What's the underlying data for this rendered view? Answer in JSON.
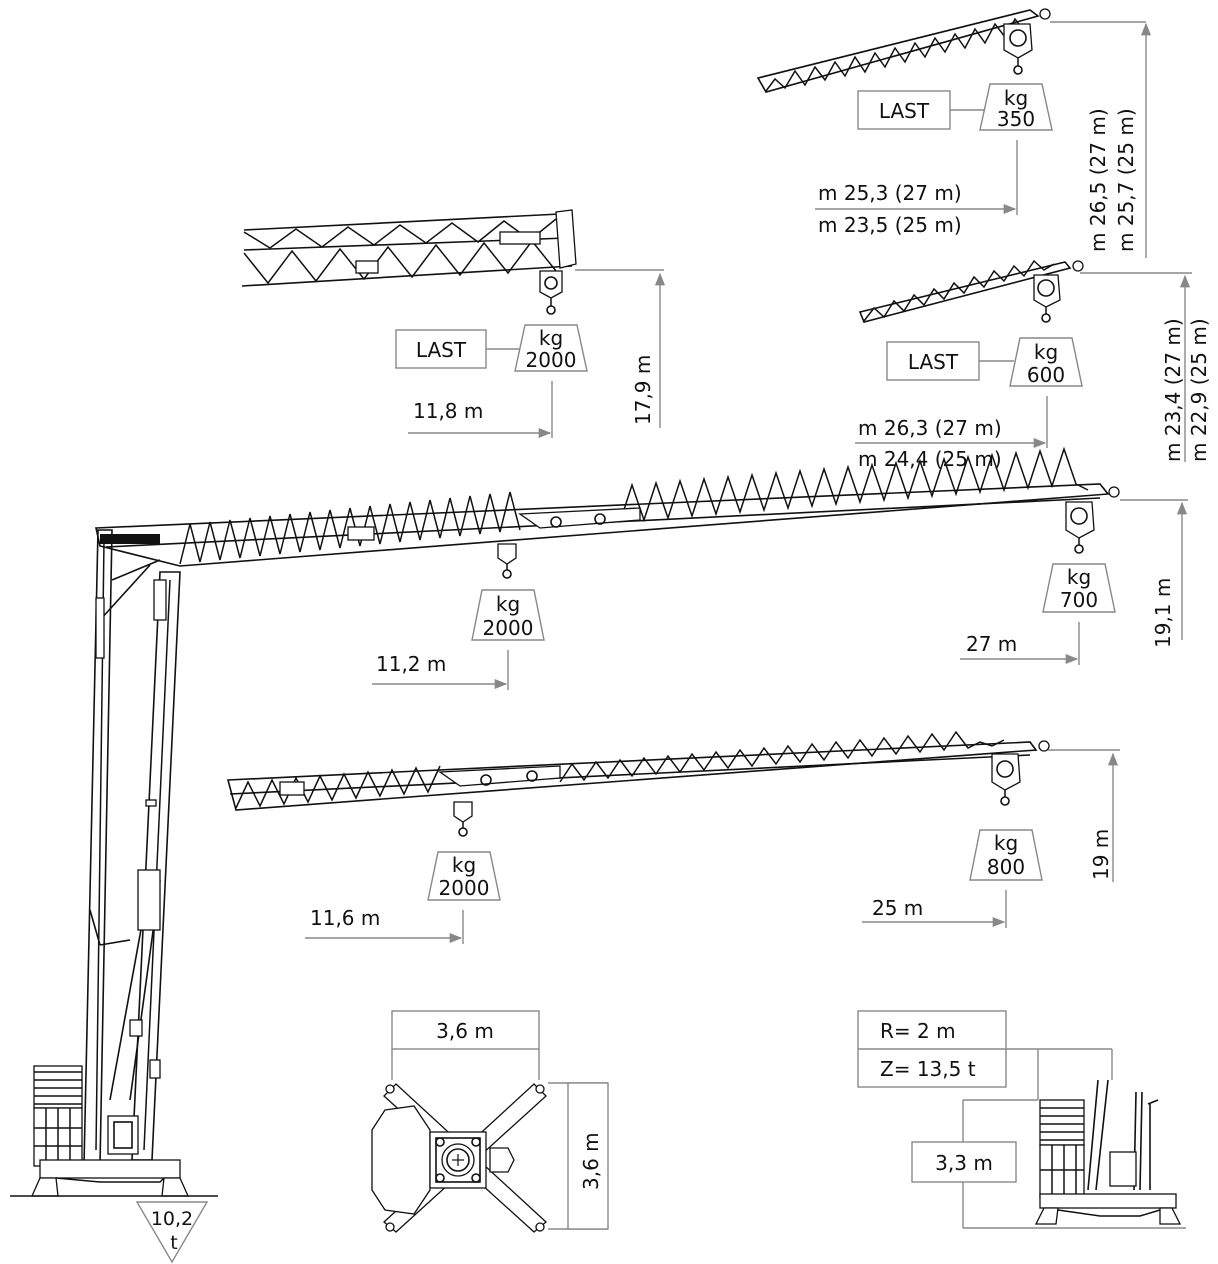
{
  "colors": {
    "line": "#111111",
    "dimension": "#888888",
    "background": "#ffffff"
  },
  "config_top_right": {
    "load_label": "LAST",
    "weight_unit": "kg",
    "weight": "350",
    "radius_line1": "m 25,3 (27 m)",
    "radius_line2": "m 23,5 (25 m)",
    "height_line1": "m 26,5 (27 m)",
    "height_line2": "m 25,7 (25 m)"
  },
  "config_mid_right": {
    "load_label": "LAST",
    "weight_unit": "kg",
    "weight": "600",
    "radius_line1": "m 26,3 (27 m)",
    "radius_line2": "m 24,4 (25 m)",
    "height_line1": "m 23,4 (27 m)",
    "height_line2": "m 22,9 (25 m)"
  },
  "config_top_left": {
    "load_label": "LAST",
    "weight_unit": "kg",
    "weight": "2000",
    "radius": "11,8 m",
    "height": "17,9 m"
  },
  "main_jib": {
    "inner_weight_unit": "kg",
    "inner_weight": "2000",
    "inner_radius": "11,2 m",
    "tip_weight_unit": "kg",
    "tip_weight": "700",
    "tip_radius": "27 m",
    "height": "19,1 m"
  },
  "short_jib": {
    "inner_weight_unit": "kg",
    "inner_weight": "2000",
    "inner_radius": "11,6 m",
    "tip_weight_unit": "kg",
    "tip_weight": "800",
    "tip_radius": "25 m",
    "height": "19 m"
  },
  "base": {
    "width": "3,6 m",
    "depth": "3,6 m",
    "ballast_weight": "10,2",
    "ballast_unit": "t"
  },
  "slewing": {
    "radius": "R=  2 m",
    "ballast": "Z=  13,5 t",
    "height": "3,3 m"
  }
}
